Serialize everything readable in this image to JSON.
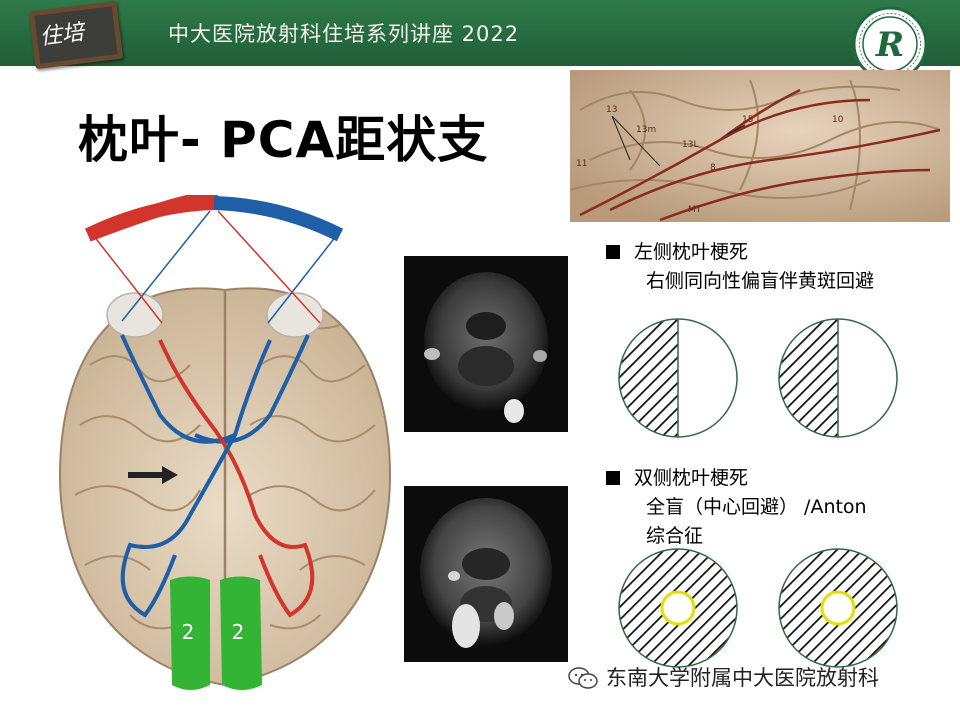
{
  "header": {
    "title": "中大医院放射科住培系列讲座 2022",
    "logo_text": "住培",
    "seal_letter": "R",
    "colors": {
      "bar": "#2a6f43",
      "seal_ring": "#1f6a3b"
    }
  },
  "slide": {
    "title": "枕叶- PCA距状支"
  },
  "illustration": {
    "labels": [
      "2",
      "2"
    ],
    "anatomy_labels": [
      "13",
      "13m",
      "13L",
      "15",
      "10",
      "8",
      "11",
      "MT"
    ],
    "colors": {
      "red": "#d2352b",
      "blue": "#1f5fa8",
      "green": "#33b435"
    }
  },
  "bullets": [
    {
      "lines": [
        "左侧枕叶梗死",
        "右侧同向性偏盲伴黄斑回避"
      ]
    },
    {
      "lines": [
        "双侧枕叶梗死",
        "全盲（中心回避） /Anton",
        "综合征"
      ]
    }
  ],
  "watermark": "东南大学附属中大医院放射科"
}
